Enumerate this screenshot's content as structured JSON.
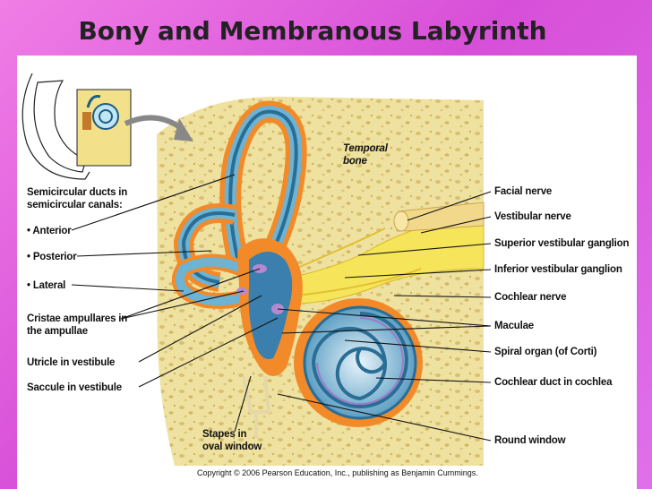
{
  "title": "Bony and Membranous Labyrinth",
  "diagram": {
    "left_labels": {
      "semicircular": "Semicircular ducts in semicircular canals:",
      "anterior": "• Anterior",
      "posterior": "• Posterior",
      "lateral": "• Lateral",
      "cristae": "Cristae ampullares in the ampullae",
      "utricle": "Utricle in vestibule",
      "saccule": "Saccule in vestibule",
      "stapes": "Stapes in oval window"
    },
    "right_labels": {
      "temporal_bone": "Temporal bone",
      "facial_nerve": "Facial nerve",
      "vestibular_nerve": "Vestibular nerve",
      "superior_ganglion": "Superior vestibular ganglion",
      "inferior_ganglion": "Inferior vestibular ganglion",
      "cochlear_nerve": "Cochlear nerve",
      "maculae": "Maculae",
      "spiral_organ": "Spiral organ (of Corti)",
      "cochlear_duct": "Cochlear duct in cochlea",
      "round_window": "Round window"
    },
    "copyright": "Copyright © 2006 Pearson Education, Inc., publishing as Benjamin Cummings."
  }
}
